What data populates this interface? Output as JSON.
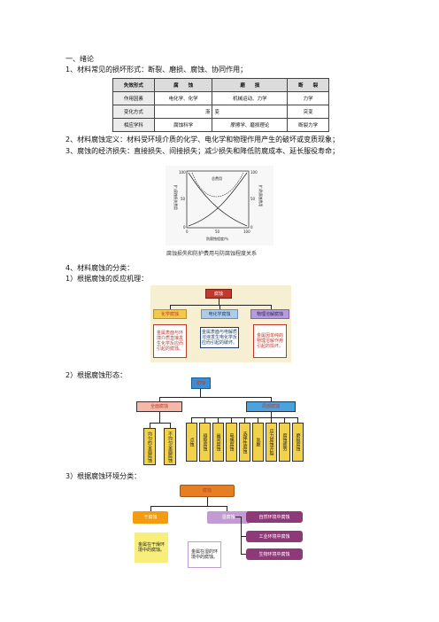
{
  "heading": "一、绪论",
  "item1": "1、材料常见的损坏形式：断裂、磨损、腐蚀、协同作用；",
  "table": {
    "rows": [
      [
        "失效形式",
        "腐　　蚀",
        "磨　　损",
        "断　　裂"
      ],
      [
        "作用因素",
        "电化学、化学",
        "机械运动、力学",
        "力学"
      ],
      [
        "变化方式",
        "渐",
        "变",
        "突变"
      ],
      [
        "相应学科",
        "腐蚀科学",
        "摩擦学、磨损理论",
        "断裂力学"
      ]
    ]
  },
  "item2": "2、材料腐蚀定义：材料受环境介质的化学、电化学和物理作用产生的破坏或变质现象；",
  "item3": "3、腐蚀的经济损失：直接损失、间接损失；减少损失和降低防腐成本、延长服役寿命；",
  "graph": {
    "caption": "腐蚀损失和防护费用与防腐蚀程度关系",
    "y_ticks_left": [
      "100",
      "50",
      "0"
    ],
    "y_ticks_right": [
      "100",
      "50",
      "0"
    ],
    "x_ticks": [
      "0",
      "50",
      "100"
    ],
    "xlabel": "防腐蚀程度/％",
    "ylabel_left": "扩/腐蚀损失费用",
    "ylabel_right": "扩/防腐蚀费用",
    "curve_label": "总费用"
  },
  "item4": "4、材料腐蚀的分类：",
  "sub1": "1）根据腐蚀的反应机理：",
  "mech": {
    "root": "腐蚀",
    "children": [
      "化学腐蚀",
      "电化学腐蚀",
      "物理溶解腐蚀"
    ],
    "descs": [
      "金属表面与环境介质直接发生化学反应而引起的腐蚀。",
      "金属表面与电解质溶液发生电化学反应而引起的破坏。",
      "金属因单纯的物理溶解作用引起的损坏。"
    ]
  },
  "sub2": "2）根据腐蚀形态：",
  "form": {
    "root": "腐蚀",
    "general": "全面腐蚀",
    "local": "局部腐蚀",
    "general_children": [
      "均匀的全面腐蚀",
      "不均匀全面腐蚀"
    ],
    "local_children": [
      "点蚀",
      "缝隙腐蚀",
      "晶间腐蚀",
      "电偶腐蚀",
      "选择性腐蚀",
      "氢脆",
      "应力腐蚀开裂",
      "腐蚀疲劳",
      "磨损腐蚀"
    ]
  },
  "sub3": "3）根据腐蚀环境分类：",
  "env": {
    "root": "腐蚀",
    "dry": "干腐蚀",
    "wet": "湿腐蚀",
    "dry_desc": "金属在干燥环境中的腐蚀。",
    "wet_desc": "金属在湿的环境中的腐蚀。",
    "wet_children": [
      "自然环境中腐蚀",
      "工业环境中腐蚀",
      "生物环境中腐蚀"
    ]
  }
}
